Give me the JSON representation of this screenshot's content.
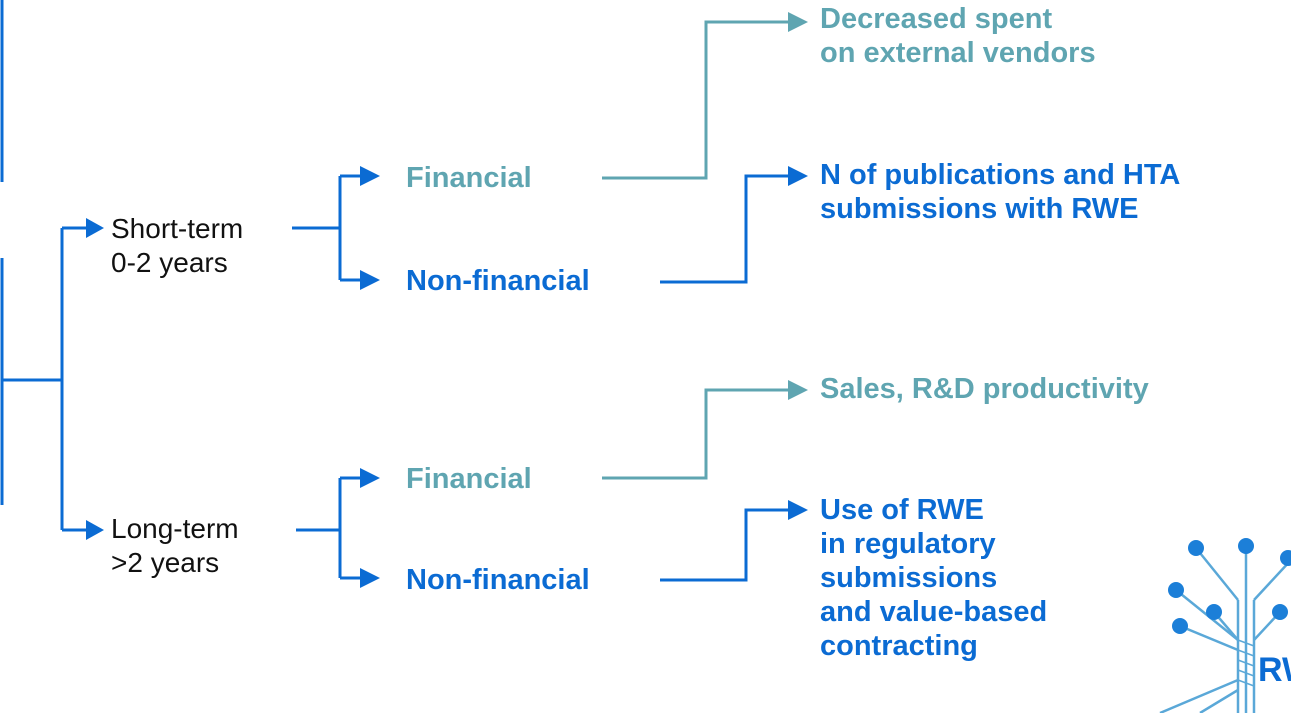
{
  "branches": [
    {
      "term": [
        "Short-term",
        "0-2 years"
      ],
      "financial": {
        "label": "Financial",
        "outcome": [
          "Decreased spent",
          "on external vendors"
        ]
      },
      "non_financial": {
        "label": "Non-financial",
        "outcome": [
          "N of publications and HTA",
          "submissions with RWE"
        ]
      }
    },
    {
      "term": [
        "Long-term",
        ">2 years"
      ],
      "financial": {
        "label": "Financial",
        "outcome": [
          "Sales, R&D productivity"
        ]
      },
      "non_financial": {
        "label": "Non-financial",
        "outcome": [
          "Use of RWE",
          "in regulatory",
          "submissions",
          "and value-based",
          "contracting"
        ]
      }
    }
  ],
  "logo": {
    "text": "RWE",
    "icon": "tree-network-logo"
  },
  "colors": {
    "blue": "#0b6bd3",
    "teal": "#5fa5b1",
    "text": "#111111",
    "logo_node": "#1c7fd8",
    "logo_line": "#5aa8d8"
  }
}
